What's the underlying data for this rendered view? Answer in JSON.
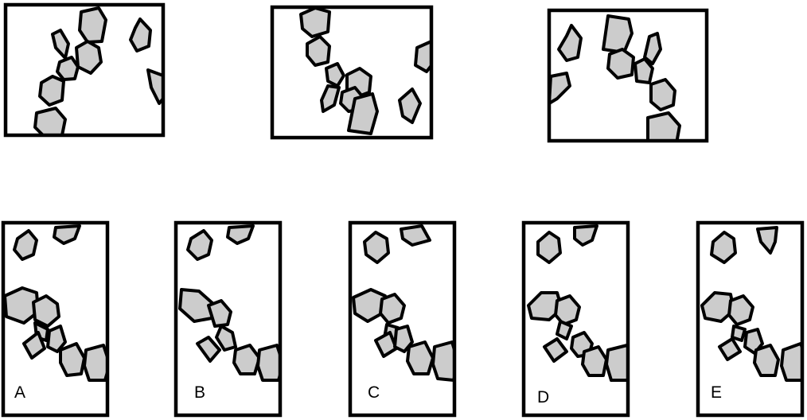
{
  "colors": {
    "background": "#ffffff",
    "outline": "#000000",
    "shape_fill": "#cccccc"
  },
  "options": [
    {
      "label": "A"
    },
    {
      "label": "B"
    },
    {
      "label": "C"
    },
    {
      "label": "D"
    },
    {
      "label": "E"
    }
  ]
}
